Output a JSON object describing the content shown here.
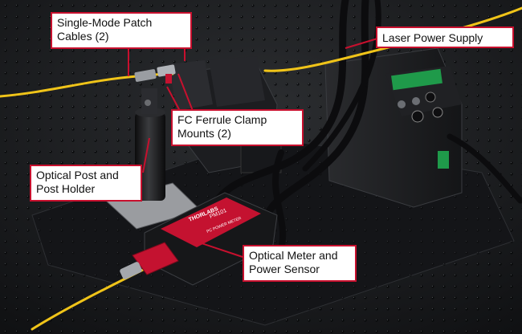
{
  "callouts": {
    "patch_cables": {
      "line1": "Single-Mode Patch",
      "line2": "Cables (2)"
    },
    "laser_power_supply": {
      "line1": "Laser Power Supply"
    },
    "clamp_mounts": {
      "line1": "FC Ferrule Clamp",
      "line2": "Mounts (2)"
    },
    "post_holder": {
      "line1": "Optical Post and",
      "line2": "Post Holder"
    },
    "power_meter": {
      "line1": "Optical Meter and",
      "line2": "Power Sensor"
    }
  },
  "device_labels": {
    "meter_brand": "THORLABS",
    "meter_model": "PM101",
    "meter_desc": "PC POWER METER"
  },
  "colors": {
    "callout_border": "#c8102e",
    "cable_yellow": "#f0c419",
    "sensor_red": "#c41230",
    "board_green": "#1f9a4a"
  }
}
